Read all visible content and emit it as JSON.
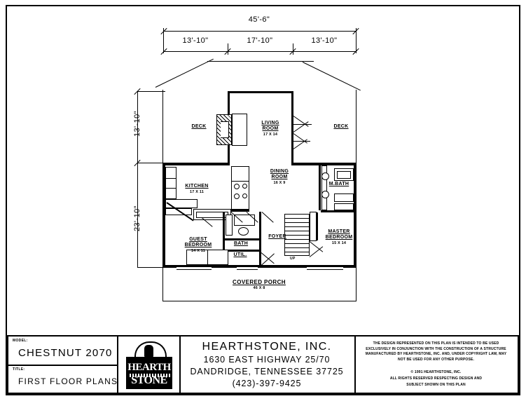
{
  "sheet": {
    "overall_width_label": "45'-6\"",
    "top_dimensions": [
      "13'-10\"",
      "17'-10\"",
      "13'-10\""
    ],
    "left_dimensions": [
      "13'-10\"",
      "23'-10\""
    ]
  },
  "rooms": [
    {
      "name": "DECK",
      "size": ""
    },
    {
      "name": "LIVING\nROOM",
      "line1": "LIVING",
      "line2": "ROOM",
      "size": "17 X 14"
    },
    {
      "name": "DECK",
      "size": ""
    },
    {
      "name": "KITCHEN",
      "line1": "KITCHEN",
      "line2": "",
      "size": "17 X 11"
    },
    {
      "name": "DINING ROOM",
      "line1": "DINING",
      "line2": "ROOM",
      "size": "16 X 9"
    },
    {
      "name": "M BATH",
      "line1": "M.BATH",
      "line2": "",
      "size": ""
    },
    {
      "name": "GUEST BEDROOM",
      "line1": "GUEST",
      "line2": "BEDROOM",
      "size": "14 X 11"
    },
    {
      "name": "BATH",
      "line1": "BATH",
      "line2": "",
      "size": ""
    },
    {
      "name": "UTILITY",
      "line1": "UTIL.",
      "line2": "",
      "size": ""
    },
    {
      "name": "FOYER",
      "line1": "FOYER",
      "line2": "",
      "size": ""
    },
    {
      "name": "MASTER BEDROOM",
      "line1": "MASTER",
      "line2": "BEDROOM",
      "size": "15 X 14"
    },
    {
      "name": "COVERED PORCH",
      "line1": "COVERED PORCH",
      "line2": "",
      "size": "46 X 8"
    }
  ],
  "labels": {
    "deck_left": "DECK",
    "deck_right": "DECK",
    "living_room_l1": "LIVING",
    "living_room_l2": "ROOM",
    "living_room_size": "17 X 14",
    "kitchen": "KITCHEN",
    "kitchen_size": "17 X 11",
    "dining_l1": "DINING",
    "dining_l2": "ROOM",
    "dining_size": "16 X 9",
    "mbath": "M.BATH",
    "guest_l1": "GUEST",
    "guest_l2": "BEDROOM",
    "guest_size": "14 X 11",
    "bath": "BATH",
    "util": "UTIL.",
    "foyer": "FOYER",
    "stair_up": "UP",
    "master_l1": "MASTER",
    "master_l2": "BEDROOM",
    "master_size": "15 X 14",
    "porch": "COVERED PORCH",
    "porch_size": "46 X 8"
  },
  "title_block": {
    "model_label": "MODEL:",
    "model_value": "CHESTNUT 2070",
    "title_label": "TITLE:",
    "title_value": "FIRST FLOOR PLANS",
    "logo_top": "HEARTH",
    "logo_bottom": "STONE",
    "company_name": "HEARTHSTONE, INC.",
    "address_line1": "1630 EAST HIGHWAY 25/70",
    "address_line2": "DANDRIDGE, TENNESSEE  37725",
    "phone": "(423)-397-9425",
    "legal_paragraph": "THE DESIGN REPRESENTED ON THIS PLAN IS INTENDED TO BE USED EXCLUSIVELY IN CONJUNCTION WITH THE CONSTRUCTION OF A STRUCTURE MANUFACTURED BY HEARTHSTONE, INC. AND, UNDER COPYRIGHT LAW, MAY NOT BE USED FOR ANY OTHER PURPOSE.",
    "copyright_line1": "© 1991 HEARTHSTONE, INC.",
    "copyright_line2": "ALL RIGHTS RESERVED RESPECTING DESIGN AND",
    "copyright_line3": "SUBJECT SHOWN ON THIS PLAN"
  },
  "colors": {
    "ink": "#000000",
    "paper": "#ffffff"
  }
}
